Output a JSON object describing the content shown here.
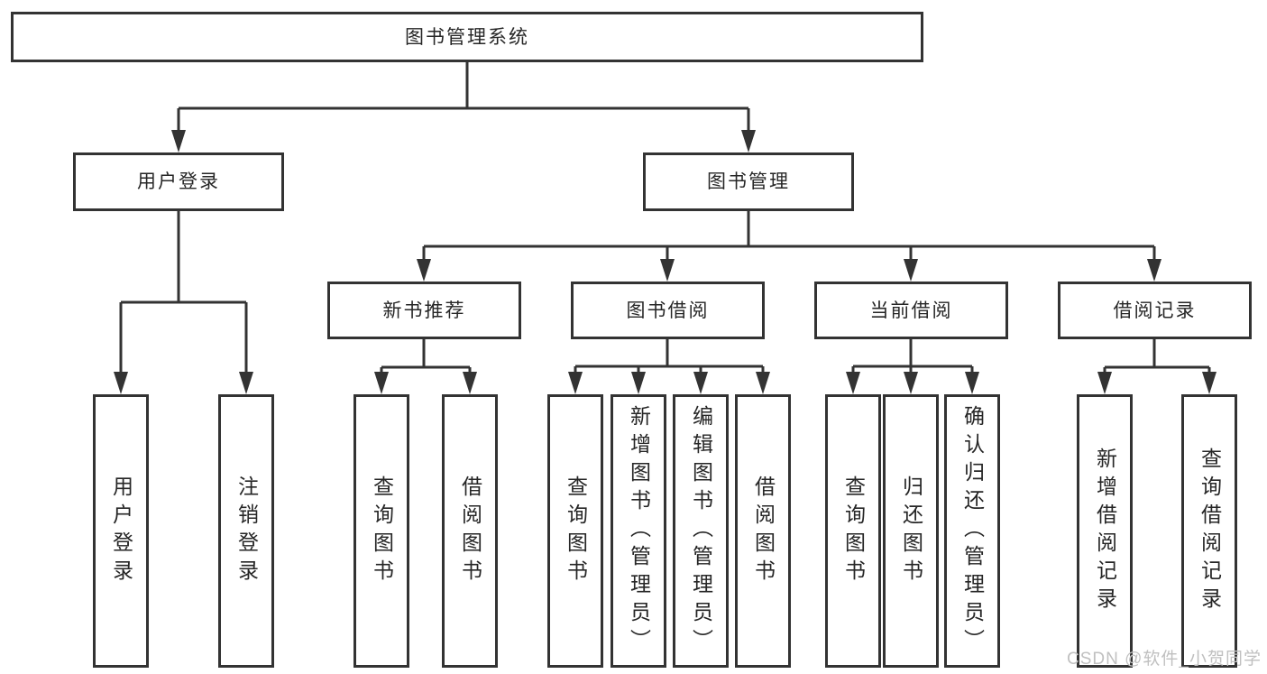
{
  "colors": {
    "line": "#333333",
    "box_border": "#333333",
    "box_fill": "#ffffff",
    "text": "#262626",
    "watermark": "#c0c0c0",
    "background": "#ffffff"
  },
  "watermark": {
    "text": "CSDN @软件_小贺同学"
  },
  "tree": {
    "label": "图书管理系统",
    "children": [
      {
        "label": "用户登录",
        "children": [
          {
            "label": "用户登录"
          },
          {
            "label": "注销登录"
          }
        ]
      },
      {
        "label": "图书管理",
        "children": [
          {
            "label": "新书推荐",
            "children": [
              {
                "label": "查询图书"
              },
              {
                "label": "借阅图书"
              }
            ]
          },
          {
            "label": "图书借阅",
            "children": [
              {
                "label": "查询图书"
              },
              {
                "label": "新增图书（管理员）"
              },
              {
                "label": "编辑图书（管理员）"
              },
              {
                "label": "借阅图书"
              }
            ]
          },
          {
            "label": "当前借阅",
            "children": [
              {
                "label": "查询图书"
              },
              {
                "label": "归还图书"
              },
              {
                "label": "确认归还（管理员）"
              }
            ]
          },
          {
            "label": "借阅记录",
            "children": [
              {
                "label": "新增借阅记录"
              },
              {
                "label": "查询借阅记录"
              }
            ]
          }
        ]
      }
    ]
  }
}
